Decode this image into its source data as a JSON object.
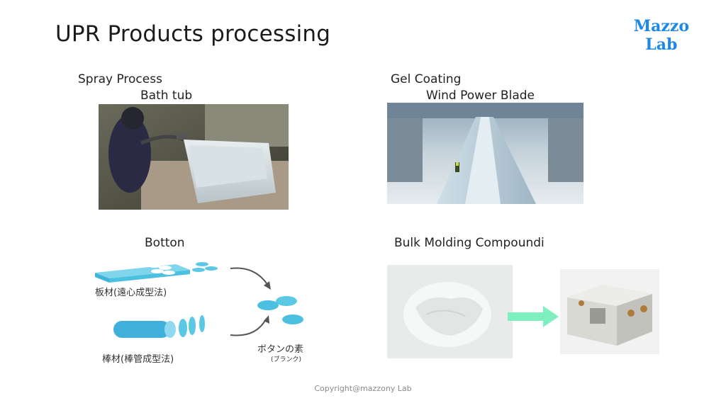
{
  "slide": {
    "title": "UPR Products processing",
    "logo_line1": "Mazzo",
    "logo_line2": "Lab",
    "copyright": "Copyright@mazzony Lab"
  },
  "sections": {
    "spray": {
      "heading": "Spray Process",
      "subheading": "Bath tub"
    },
    "gel": {
      "heading": "Gel Coating",
      "subheading": "Wind Power Blade"
    },
    "button": {
      "heading": "Botton"
    },
    "bmc": {
      "heading": "Bulk Molding Compoundi"
    }
  },
  "button_diagram": {
    "plate_label": "板材(遠心成型法)",
    "rod_label": "棒材(棒管成型法)",
    "blank_label": "ボタンの素",
    "blank_sub": "(ブランク)"
  },
  "colors": {
    "accent_blue": "#1e88e5",
    "diagram_cyan": "#5bc8e6",
    "arrow_green": "#7ef0c0"
  }
}
